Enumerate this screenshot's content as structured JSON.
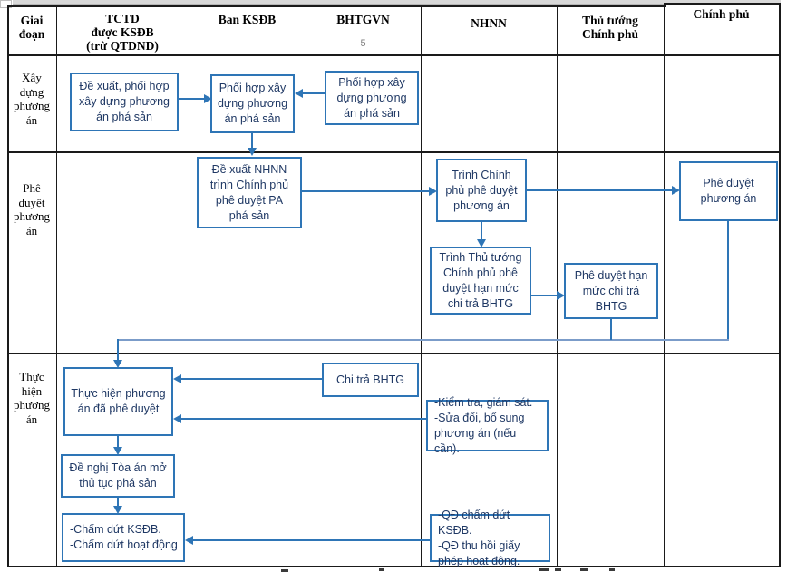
{
  "colors": {
    "accent": "#2e75b6",
    "boxtext": "#1f3864",
    "grid": "#1a1a1a",
    "note": "#7f7f7f",
    "topbar": "#d8d8d8"
  },
  "header": {
    "columns": [
      {
        "id": "stage",
        "label": "Giai\nđoạn"
      },
      {
        "id": "tctd",
        "label": "TCTD\nđược KSĐB\n(trừ QTDND)"
      },
      {
        "id": "ban-ksdb",
        "label": "Ban KSĐB"
      },
      {
        "id": "bhtgvn",
        "label": "BHTGVN"
      },
      {
        "id": "nhnn",
        "label": "NHNN"
      },
      {
        "id": "pm",
        "label": "Thủ tướng\nChính phủ"
      },
      {
        "id": "gov",
        "label": "Chính phủ"
      }
    ],
    "comment_number": "5"
  },
  "rows": [
    {
      "id": "build",
      "label": "Xây\ndựng\nphương\nán"
    },
    {
      "id": "approve",
      "label": "Phê\nduyệt\nphương\nán"
    },
    {
      "id": "implement",
      "label": "Thực\nhiện\nphương\nán"
    }
  ],
  "boxes": {
    "propose_coordinate": "Đề xuất, phối hợp\nxây dựng phương\nán phá sản",
    "ksdb_coordinate": "Phối hợp xây\ndựng phương\nán phá sản",
    "bhtg_coordinate": "Phối hợp xây\ndựng phương\nán phá sản",
    "propose_submit": "Đề xuất NHNN\ntrình Chính phủ\nphê duyệt PA\nphá sản",
    "submit_gov": "Trình Chính\nphủ phê duyệt\nphương án",
    "approve_plan": "Phê duyệt\nphương án",
    "submit_pm": "Trình Thủ tướng\nChính phủ phê\nduyệt hạn mức\nchi trả BHTG",
    "approve_limit": "Phê duyệt hạn\nmức chi trả\nBHTG",
    "implement_plan": "Thực hiện phương\nán đã phê duyệt",
    "payout": "Chi trả BHTG",
    "monitor": "-Kiểm tra, giám sát.\n-Sửa đổi, bổ sung\nphương án (nếu cần).",
    "court": "Đề nghị Tòa án mở\nthủ tục phá sản",
    "terminate": "-Chấm dứt KSĐB.\n-Chấm dứt hoạt động",
    "decisions": "-QĐ chấm dứt KSĐB.\n-QĐ thu hồi giấy\nphép hoạt động."
  }
}
